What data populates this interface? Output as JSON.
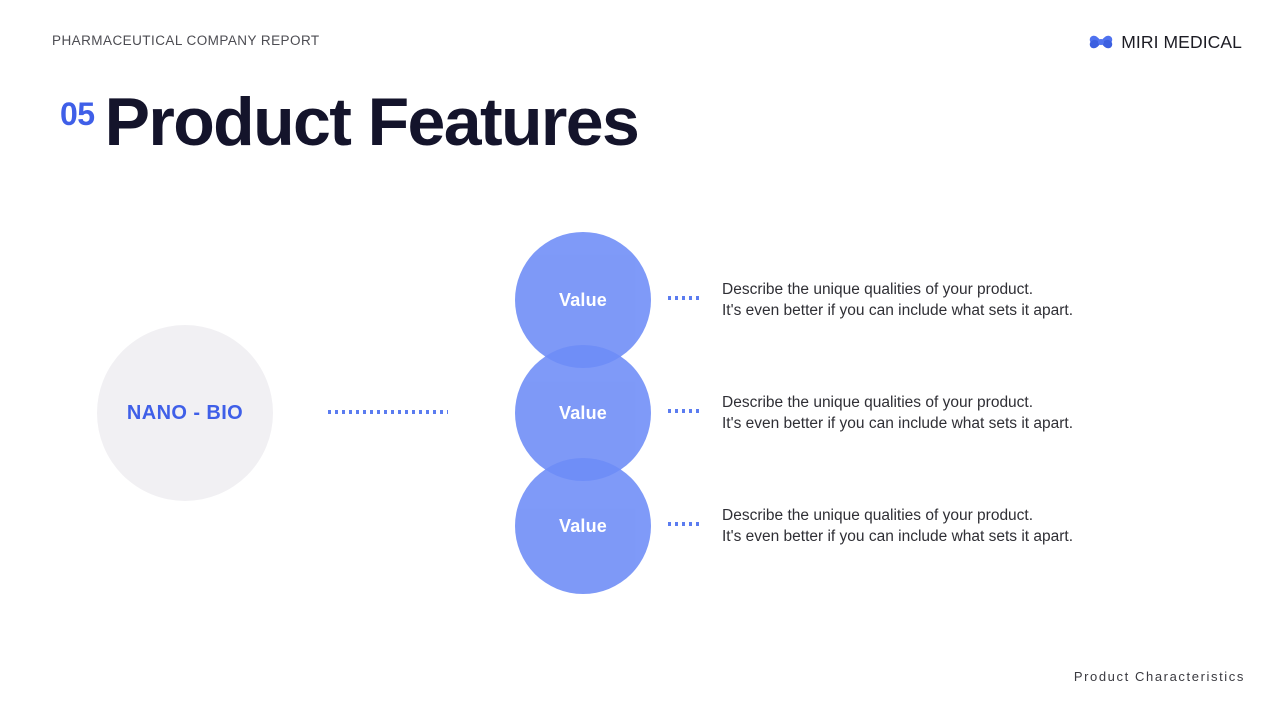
{
  "header": {
    "eyebrow": "PHARMACEUTICAL COMPANY REPORT",
    "brand_name": "MIRI MEDICAL",
    "brand_icon": "medical-clover-icon"
  },
  "title": {
    "number": "05",
    "text": "Product Features"
  },
  "hub": {
    "label": "NANO - BIO"
  },
  "rows": [
    {
      "circle_label": "Value",
      "line1": "Describe the unique qualities of your product.",
      "line2": "It's even better if you can include what sets it apart."
    },
    {
      "circle_label": "Value",
      "line1": "Describe the unique qualities of your product.",
      "line2": "It's even better if you can include what sets it apart."
    },
    {
      "circle_label": "Value",
      "line1": "Describe the unique qualities of your product.",
      "line2": "It's even better if you can include what sets it apart."
    }
  ],
  "footer": {
    "note": "Product Characteristics"
  },
  "colors": {
    "accent_blue": "#3f5fe8",
    "circle_blue": "#6d8cf7",
    "dot_blue": "#5b7cf0",
    "hub_gray": "#f1f0f3",
    "title_dark": "#14142b",
    "background": "#ffffff"
  }
}
